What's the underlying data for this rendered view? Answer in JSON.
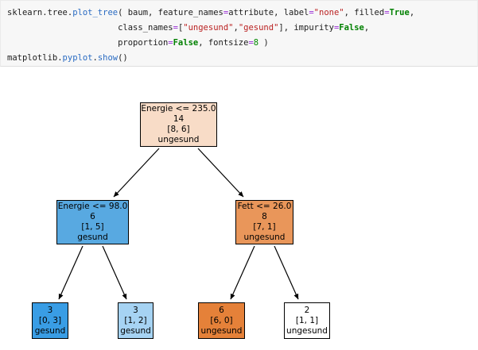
{
  "code": {
    "background": "#f7f7f7",
    "line1": [
      "sklearn.tree.",
      "plot_tree",
      "( baum, feature_names",
      "=",
      "attribute, label",
      "=",
      "\"none\"",
      ", filled",
      "=",
      "True",
      ","
    ],
    "line2": [
      "class_names",
      "=",
      "[",
      "\"ungesund\"",
      ",",
      "\"gesund\"",
      "]",
      ", impurity",
      "=",
      "False",
      ","
    ],
    "line3": [
      "proportion",
      "=",
      "False",
      ", fontsize",
      "=",
      "8",
      " )"
    ],
    "line4": [
      "matplotlib.",
      "pyplot",
      ".",
      "show",
      "()"
    ]
  },
  "syntax_colors": {
    "string": "#BA2121",
    "keyword": "#008000",
    "number": "#008800",
    "operator": "#9a2fd6",
    "function": "#2a6bc2",
    "plain": "#1c1c1c",
    "cell_background": "#f7f7f7"
  },
  "tree": {
    "class_colors": {
      "ungesund": "#e58139",
      "gesund": "#399de5"
    },
    "nodes": [
      {
        "id": "root",
        "split": "Energie <= 235.0",
        "samples": "14",
        "value": "[8, 6]",
        "class": "ungesund",
        "fill": "#f8dcc7"
      },
      {
        "id": "node-left",
        "split": "Energie <= 98.0",
        "samples": "6",
        "value": "[1, 5]",
        "class": "gesund",
        "fill": "#58a9e1"
      },
      {
        "id": "node-right",
        "split": "Fett <= 26.0",
        "samples": "8",
        "value": "[7, 1]",
        "class": "ungesund",
        "fill": "#e9965a"
      },
      {
        "id": "leaf-1",
        "samples": "3",
        "value": "[0, 3]",
        "class": "gesund",
        "fill": "#399de5"
      },
      {
        "id": "leaf-2",
        "samples": "3",
        "value": "[1, 2]",
        "class": "gesund",
        "fill": "#a6d3f3"
      },
      {
        "id": "leaf-3",
        "samples": "6",
        "value": "[6, 0]",
        "class": "ungesund",
        "fill": "#e58139"
      },
      {
        "id": "leaf-4",
        "samples": "2",
        "value": "[1, 1]",
        "class": "ungesund",
        "fill": "#ffffff"
      }
    ]
  }
}
